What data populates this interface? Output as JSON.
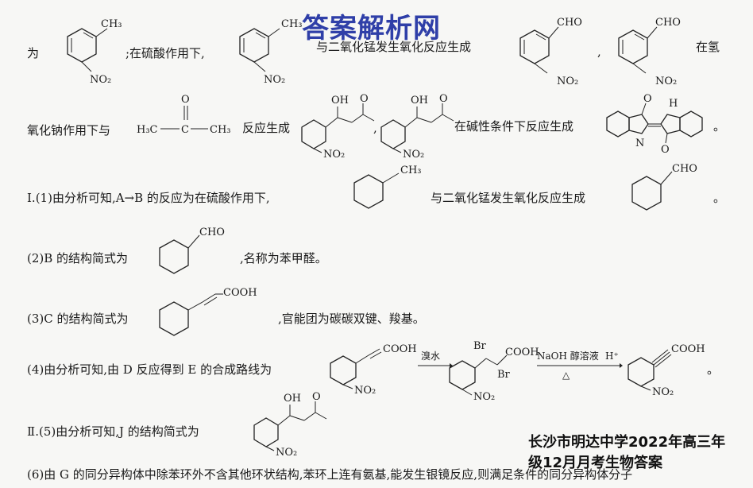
{
  "watermark": "答案解析网",
  "corner_caption": {
    "line1": "长沙市明达中学2022年高三年",
    "line2": "级12月月考生物答案"
  },
  "line1": {
    "a": "为",
    "b": ";在硫酸作用下,",
    "c": "与二氧化锰发生氧化反应生成",
    "d": ",",
    "e": "在氢"
  },
  "line2": {
    "a": "氧化钠作用下与",
    "acetone_left": "H₃C",
    "acetone_right": "CH₃",
    "acetone_o": "O",
    "b": "反应生成",
    "c": ",",
    "d": "在碱性条件下反应生成",
    "e": "。"
  },
  "line3": {
    "a": "Ⅰ.(1)由分析可知,A→B 的反应为在硫酸作用下,",
    "b": "与二氧化锰发生氧化反应生成",
    "c": "。"
  },
  "line4": {
    "a": "(2)B 的结构简式为",
    "b": ",名称为苯甲醛。"
  },
  "line5": {
    "a": "(3)C 的结构简式为",
    "b": ",官能团为碳碳双键、羧基。"
  },
  "line6": {
    "a": "(4)由分析可知,由 D 反应得到 E 的合成路线为",
    "reagent1": "溴水",
    "reagent2": "NaOH 醇溶液",
    "heat": "△",
    "reagent3": "H⁺",
    "end": "。"
  },
  "line7": {
    "a": "Ⅱ.(5)由分析可知,J 的结构简式为"
  },
  "line8": {
    "a": "(6)由 G 的同分异构体中除苯环外不含其他环状结构,苯环上连有氨基,能发生银镜反应,则满足条件的同分异构体分子"
  },
  "labels": {
    "ch3": "CH₃",
    "no2": "NO₂",
    "cho": "CHO",
    "cooh": "COOH",
    "oh": "OH",
    "o": "O",
    "br": "Br",
    "nh": "H",
    "n": "N"
  }
}
